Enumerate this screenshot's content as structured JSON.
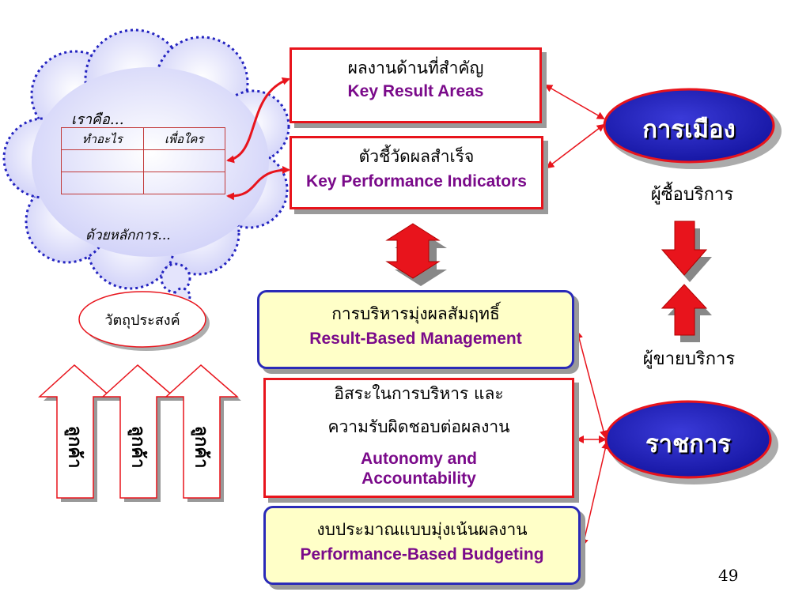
{
  "cloud": {
    "heading": "เราคือ…",
    "table_headers": [
      "ทำอะไร",
      "เพื่อใคร"
    ],
    "footer": "ด้วยหลักการ..."
  },
  "objective_label": "วัตถุประสงค์",
  "pillar_labels": [
    "ลูกค้า",
    "ลูกค้า",
    "ลูกค้า"
  ],
  "kra": {
    "thai": "ผลงานด้านที่สำคัญ",
    "english": "Key Result Areas"
  },
  "kpi": {
    "thai": "ตัวชี้วัดผลสำเร็จ",
    "english": "Key Performance Indicators"
  },
  "rbm": {
    "thai": "การบริหารมุ่งผลสัมฤทธิ์",
    "english": "Result-Based Management"
  },
  "autonomy": {
    "thai_line1": "อิสระในการบริหาร และ",
    "thai_line2": "ความรับผิดชอบต่อผลงาน",
    "english_line1": "Autonomy and",
    "english_line2": "Accountability"
  },
  "pbb": {
    "thai": "งบประมาณแบบมุ่งเน้นผลงาน",
    "english": "Performance-Based Budgeting"
  },
  "politics": {
    "label": "การเมือง",
    "caption": "ผู้ซื้อบริการ"
  },
  "bureaucracy": {
    "label": "ราชการ",
    "caption": "ผู้ขายบริการ"
  },
  "page_number": "49",
  "colors": {
    "red": "#e8141c",
    "navy": "#1f1fa8",
    "purple": "#7a0a8a",
    "cloud": "#dcdcff",
    "yellow": "#ffffc8"
  }
}
